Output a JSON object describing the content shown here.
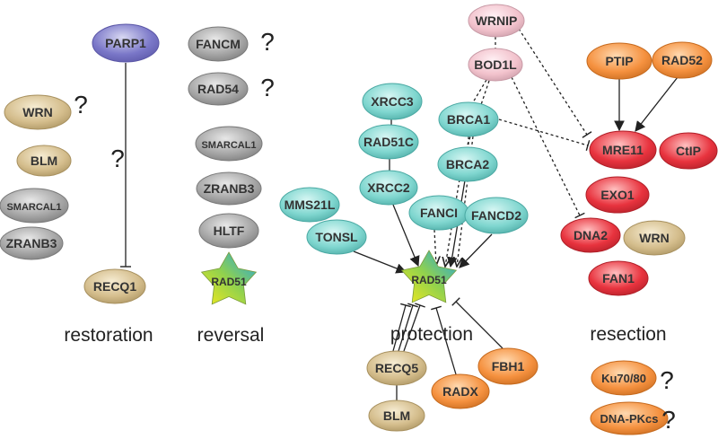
{
  "colors": {
    "purple": [
      "#d8d8f2",
      "#7a77c8",
      "#5a56a6"
    ],
    "tan": [
      "#f6ecd2",
      "#d4bd8c",
      "#a8915f"
    ],
    "gray": [
      "#e8e8e8",
      "#a6a6a6",
      "#7a7a7a"
    ],
    "teal": [
      "#d6f6f3",
      "#7fd6cf",
      "#4aa9a3"
    ],
    "pink": [
      "#fff0f4",
      "#f2c2cc",
      "#c89aa6"
    ],
    "orange": [
      "#ffd9b0",
      "#f5913f",
      "#c66a1e"
    ],
    "red": [
      "#ffc0c0",
      "#e8333e",
      "#b01f28"
    ]
  },
  "sections": [
    {
      "id": "restoration",
      "label": "restoration"
    },
    {
      "id": "reversal",
      "label": "reversal"
    },
    {
      "id": "protection",
      "label": "protection"
    },
    {
      "id": "resection",
      "label": "resection"
    }
  ],
  "nodes": [
    {
      "id": "parp1",
      "label": "PARP1",
      "color": "purple"
    },
    {
      "id": "wrn_l",
      "label": "WRN",
      "color": "tan"
    },
    {
      "id": "blm_l",
      "label": "BLM",
      "color": "tan"
    },
    {
      "id": "smarcal1_l",
      "label": "SMARCAL1",
      "color": "gray"
    },
    {
      "id": "zranb3_l",
      "label": "ZRANB3",
      "color": "gray"
    },
    {
      "id": "recq1",
      "label": "RECQ1",
      "color": "tan"
    },
    {
      "id": "fancm",
      "label": "FANCM",
      "color": "gray"
    },
    {
      "id": "rad54",
      "label": "RAD54",
      "color": "gray"
    },
    {
      "id": "smarcal1_r",
      "label": "SMARCAL1",
      "color": "gray"
    },
    {
      "id": "zranb3_r",
      "label": "ZRANB3",
      "color": "gray"
    },
    {
      "id": "hltf",
      "label": "HLTF",
      "color": "gray"
    },
    {
      "id": "xrcc3",
      "label": "XRCC3",
      "color": "teal"
    },
    {
      "id": "rad51c",
      "label": "RAD51C",
      "color": "teal"
    },
    {
      "id": "xrcc2",
      "label": "XRCC2",
      "color": "teal"
    },
    {
      "id": "mms21l",
      "label": "MMS21L",
      "color": "teal"
    },
    {
      "id": "tonsl",
      "label": "TONSL",
      "color": "teal"
    },
    {
      "id": "brca1",
      "label": "BRCA1",
      "color": "teal"
    },
    {
      "id": "brca2",
      "label": "BRCA2",
      "color": "teal"
    },
    {
      "id": "fanci",
      "label": "FANCI",
      "color": "teal"
    },
    {
      "id": "fancd2",
      "label": "FANCD2",
      "color": "teal"
    },
    {
      "id": "wrnip",
      "label": "WRNIP",
      "color": "pink"
    },
    {
      "id": "bod1l",
      "label": "BOD1L",
      "color": "pink"
    },
    {
      "id": "recq5",
      "label": "RECQ5",
      "color": "tan"
    },
    {
      "id": "blm_b",
      "label": "BLM",
      "color": "tan"
    },
    {
      "id": "radx",
      "label": "RADX",
      "color": "orange"
    },
    {
      "id": "fbh1",
      "label": "FBH1",
      "color": "orange"
    },
    {
      "id": "ptip",
      "label": "PTIP",
      "color": "orange"
    },
    {
      "id": "rad52",
      "label": "RAD52",
      "color": "orange"
    },
    {
      "id": "mre11",
      "label": "MRE11",
      "color": "red"
    },
    {
      "id": "ctip",
      "label": "CtIP",
      "color": "red"
    },
    {
      "id": "exo1",
      "label": "EXO1",
      "color": "red"
    },
    {
      "id": "dna2",
      "label": "DNA2",
      "color": "red"
    },
    {
      "id": "wrn_r",
      "label": "WRN",
      "color": "tan"
    },
    {
      "id": "fan1",
      "label": "FAN1",
      "color": "red"
    },
    {
      "id": "ku7080",
      "label": "Ku70/80",
      "color": "orange"
    },
    {
      "id": "dnapkcs",
      "label": "DNA-PKcs",
      "color": "orange"
    }
  ],
  "stars": [
    {
      "id": "rad51_reversal",
      "label": "RAD51"
    },
    {
      "id": "rad51_protection",
      "label": "RAD51"
    }
  ],
  "question_marks": [
    {
      "id": "q_wrn",
      "text": "?"
    },
    {
      "id": "q_blm",
      "text": "?"
    },
    {
      "id": "q_fancm",
      "text": "?"
    },
    {
      "id": "q_rad54",
      "text": "?"
    },
    {
      "id": "q_ku",
      "text": "?"
    },
    {
      "id": "q_dnapk",
      "text": "?"
    }
  ]
}
